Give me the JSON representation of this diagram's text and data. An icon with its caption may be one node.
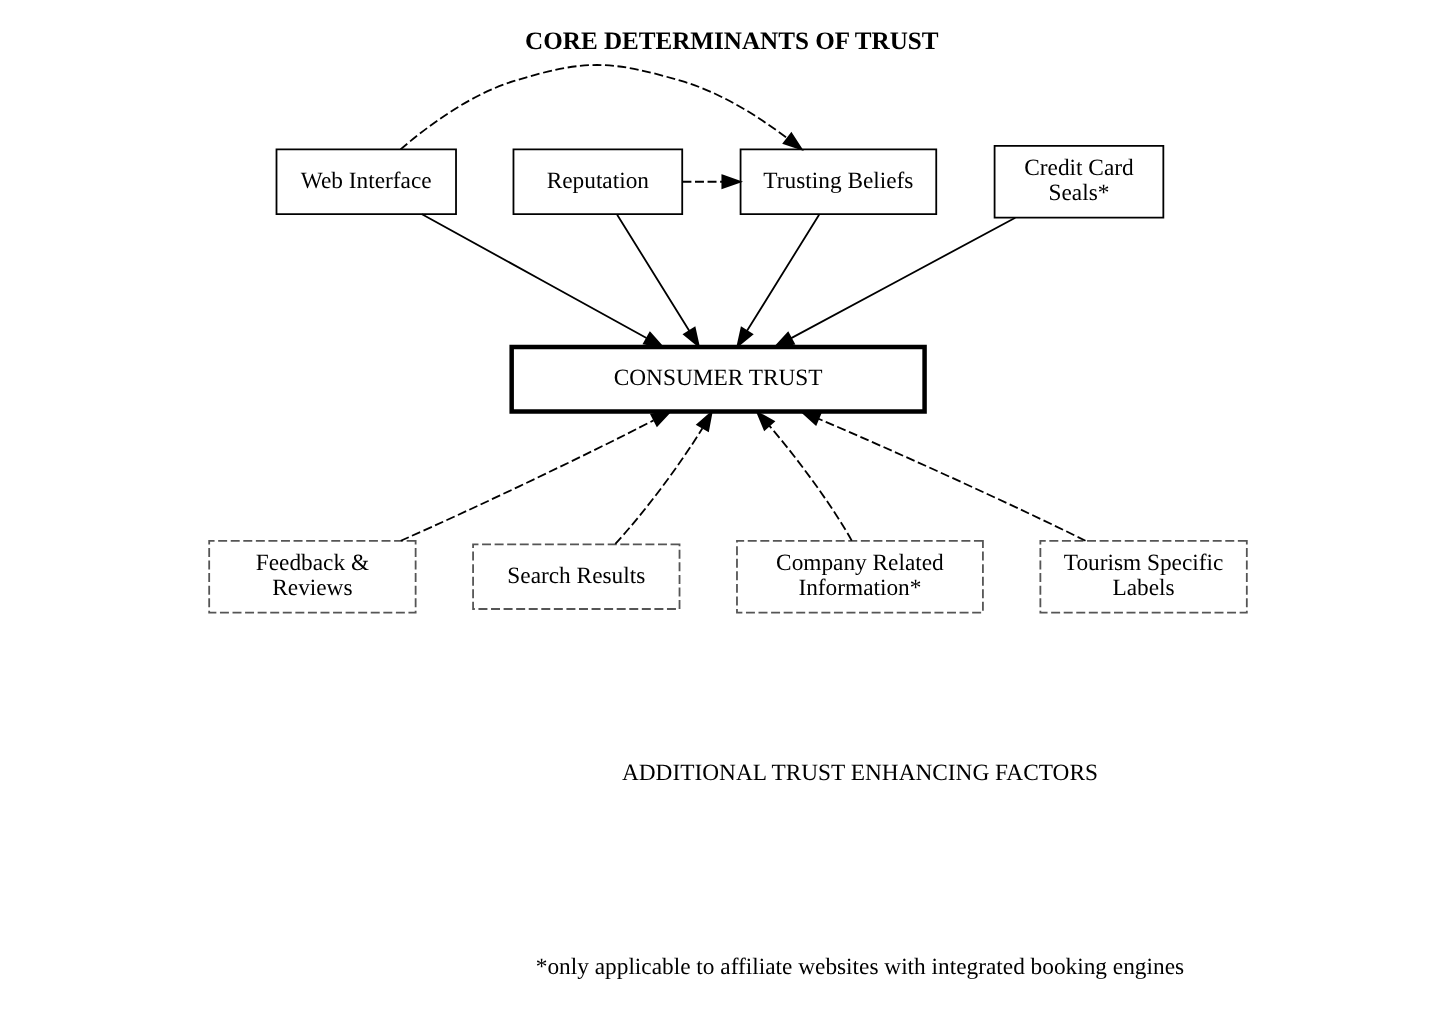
{
  "diagram": {
    "title": "CORE DETERMINANTS OF TRUST",
    "nodes": [
      {
        "text": [
          "Web Interface"
        ]
      },
      {
        "text": [
          "Trusting Beliefs"
        ]
      },
      {
        "text": [
          "Reputation"
        ]
      },
      {
        "text": [
          "Credit Card Seals*"
        ]
      },
      {
        "text": [
          "CONSUMER TRUST"
        ]
      },
      {
        "text": [
          "Feedback & Reviews"
        ]
      },
      {
        "text": [
          "Search Results"
        ]
      },
      {
        "text": [
          "Company Related Information*"
        ]
      },
      {
        "text": [
          "Tourism Specific Labels"
        ]
      }
    ],
    "edges": [
      {
        "from": 0,
        "to": 1,
        "arrow": "to",
        "style": "dashed"
      },
      {
        "from": 2,
        "to": 1,
        "arrow": "to",
        "style": "dashed"
      },
      {
        "from": 0,
        "to": 4,
        "arrow": "to"
      },
      {
        "from": 1,
        "to": 4,
        "arrow": "to"
      },
      {
        "from": 2,
        "to": 4,
        "arrow": "to"
      },
      {
        "from": 3,
        "to": 4,
        "arrow": "to"
      },
      {
        "from": 5,
        "to": 4,
        "arrow": "to",
        "style": "dashed"
      },
      {
        "from": 6,
        "to": 4,
        "arrow": "to",
        "style": "dashed"
      },
      {
        "from": 7,
        "to": 4,
        "arrow": "to",
        "style": "dashed"
      },
      {
        "from": 8,
        "to": 4,
        "arrow": "to",
        "style": "dashed"
      }
    ],
    "labels": [
      "ADDITIONAL TRUST ENHANCING FACTORS",
      "*only applicable to affiliate websites with integrated booking engines"
    ]
  }
}
